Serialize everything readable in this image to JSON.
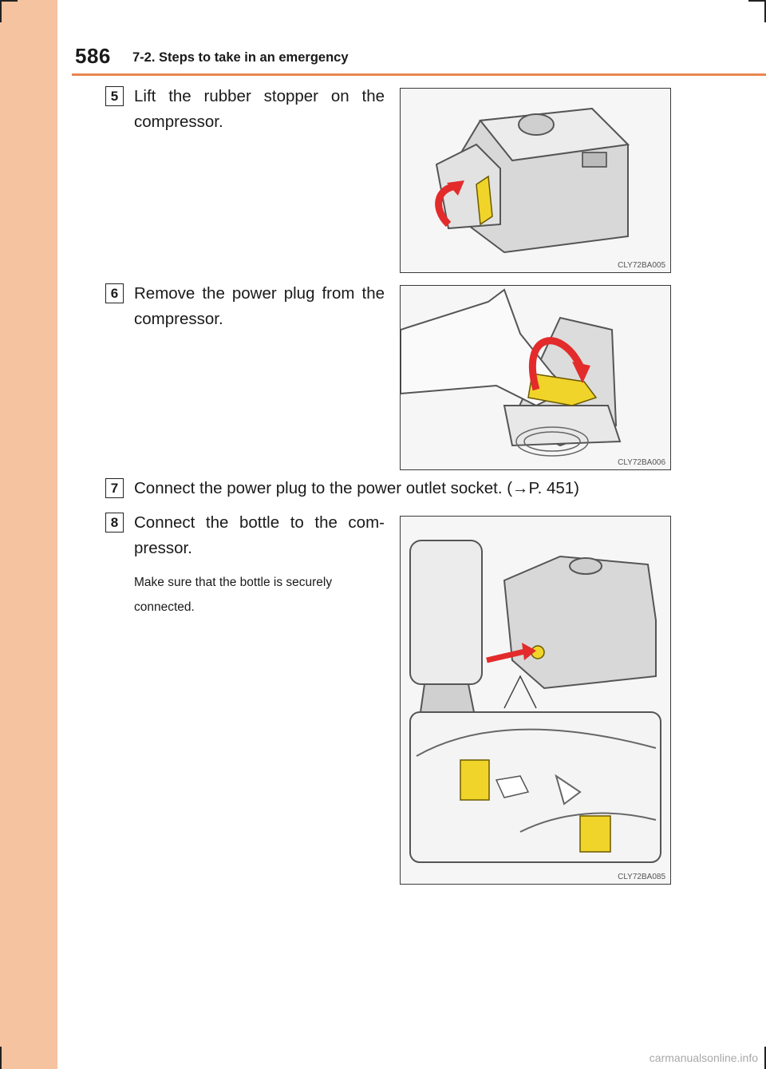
{
  "header": {
    "page_number": "586",
    "section": "7-2. Steps to take in an emergency"
  },
  "steps": [
    {
      "number": "5",
      "text": "Lift the rubber stopper on the compressor."
    },
    {
      "number": "6",
      "text": "Remove the power plug from the compressor."
    },
    {
      "number": "7",
      "text": "Connect the power plug to the power outlet socket. (→P. 451)"
    },
    {
      "number": "8",
      "text": "Connect the bottle to the com-pressor.",
      "note": "Make sure that the bottle is securely connected."
    }
  ],
  "figures": [
    {
      "code": "CLY72BA005"
    },
    {
      "code": "CLY72BA006"
    },
    {
      "code": "CLY72BA085"
    }
  ],
  "footer": {
    "watermark": "carmanualsonline.info"
  },
  "colors": {
    "side_band": "#f6c3a1",
    "rule": "#e8864f",
    "arrow_red": "#e32b2b",
    "part_yellow": "#f1d42a"
  }
}
